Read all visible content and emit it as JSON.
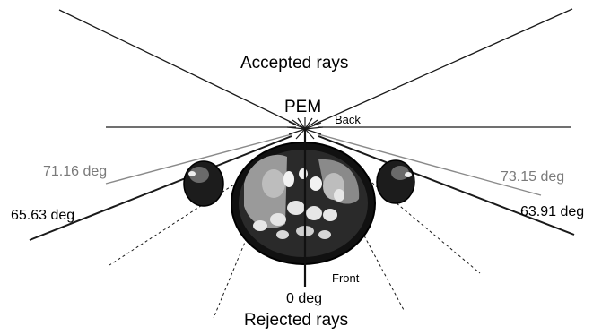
{
  "labels": {
    "accepted": "Accepted rays",
    "rejected": "Rejected rays",
    "pem": "PEM",
    "back": "Back",
    "front": "Front",
    "deg0": "0 deg",
    "left_grey": "71.16 deg",
    "left_black": "65.63 deg",
    "right_grey": "73.15 deg",
    "right_black": "63.91 deg"
  },
  "colors": {
    "ray_dark": "#1a1a1a",
    "ray_grey": "#8a8a8a",
    "body_dark": "#1c1c1c",
    "organ_grey": "#9a9a9a",
    "organ_light": "#e6e6e6"
  }
}
